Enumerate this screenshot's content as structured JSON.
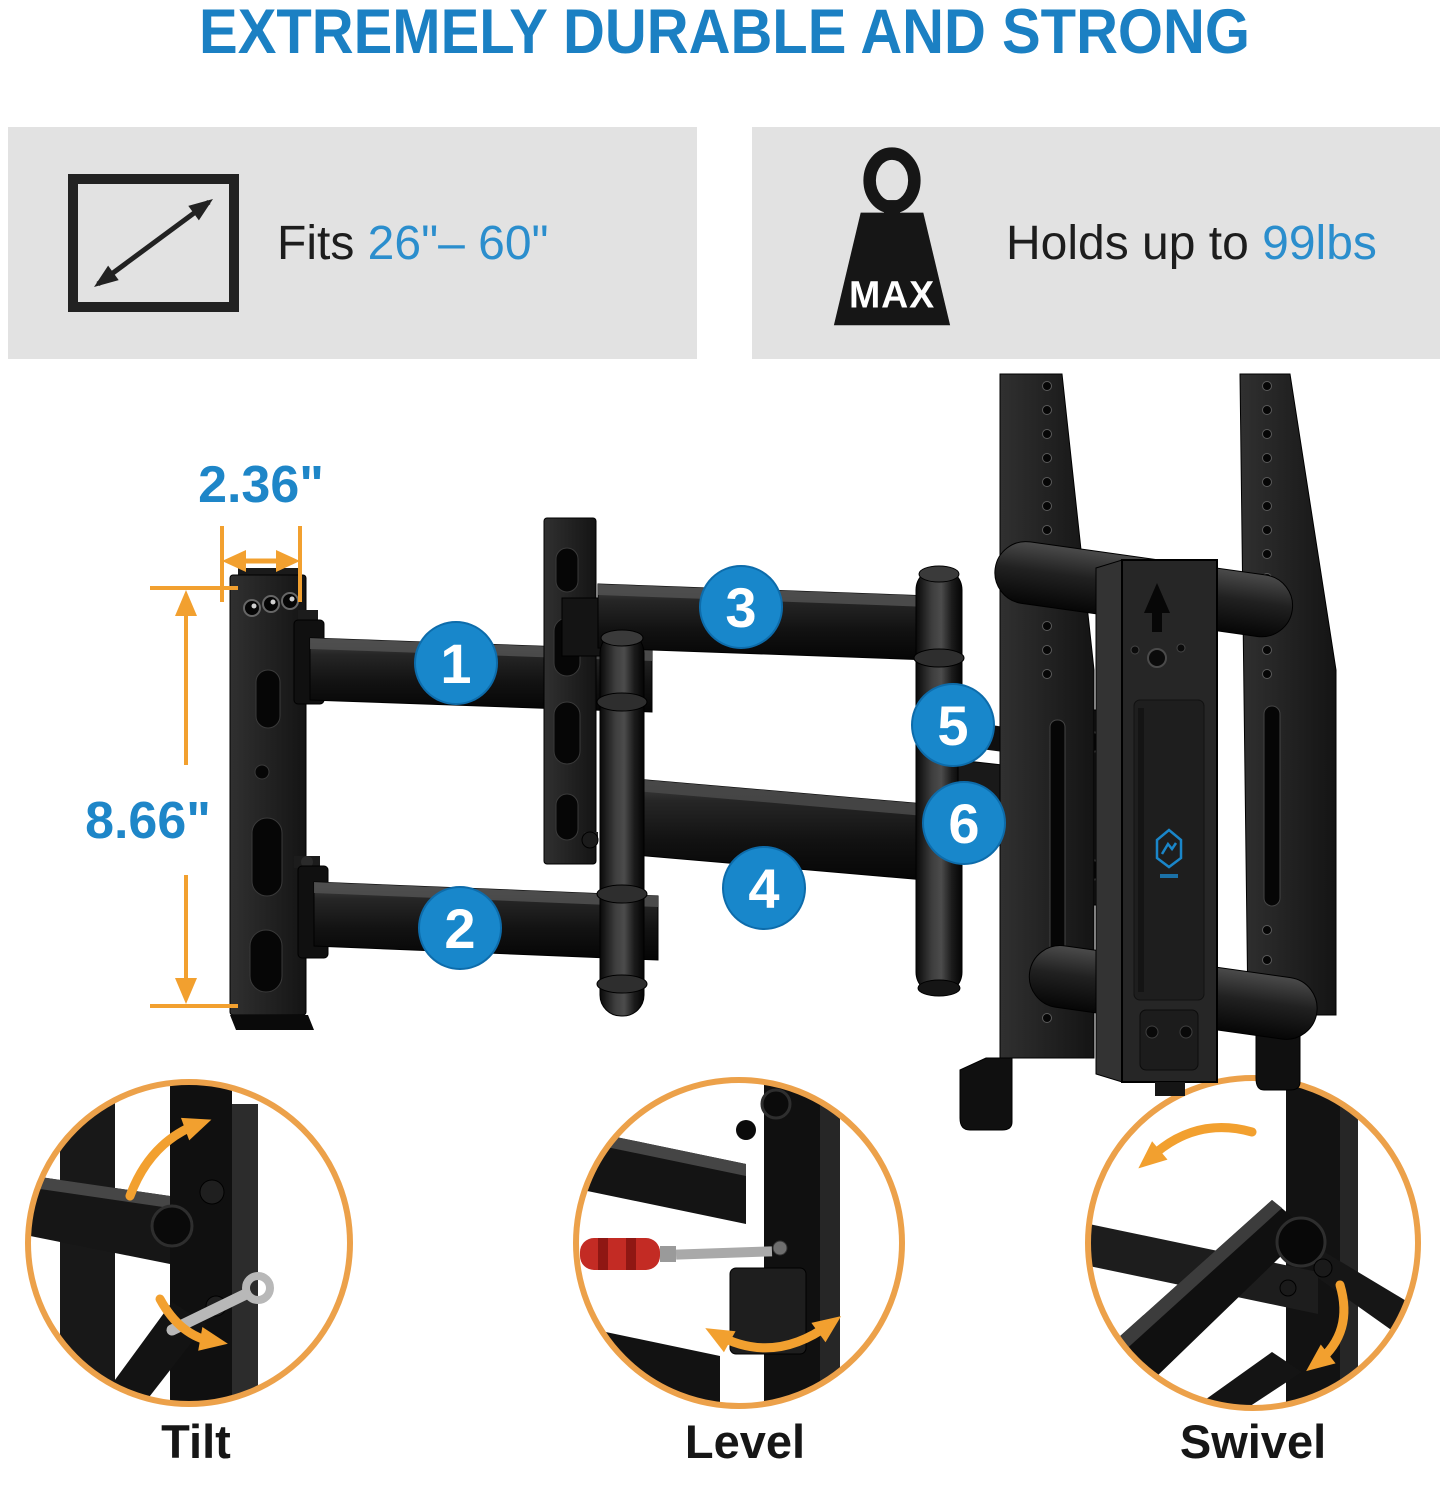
{
  "title": "EXTREMELY DURABLE AND STRONG",
  "features": [
    {
      "icon": "screen-diagonal-icon",
      "prefix": "Fits",
      "value": "26\"– 60\""
    },
    {
      "icon": "max-weight-icon",
      "max_label": "MAX",
      "prefix": "Holds up to",
      "value": "99lbs"
    }
  ],
  "dimensions": {
    "width": "2.36\"",
    "height": "8.66\""
  },
  "callouts": [
    "1",
    "2",
    "3",
    "4",
    "5",
    "6"
  ],
  "insets": [
    {
      "label": "Tilt"
    },
    {
      "label": "Level"
    },
    {
      "label": "Swivel"
    }
  ],
  "colors": {
    "accent_blue": "#1b80c3",
    "value_blue": "#2b8ecd",
    "badge_blue": "#1887cb",
    "orange": "#f2a02f",
    "box_gray": "#e2e2e2",
    "metal_black": "#1c1c1c"
  }
}
